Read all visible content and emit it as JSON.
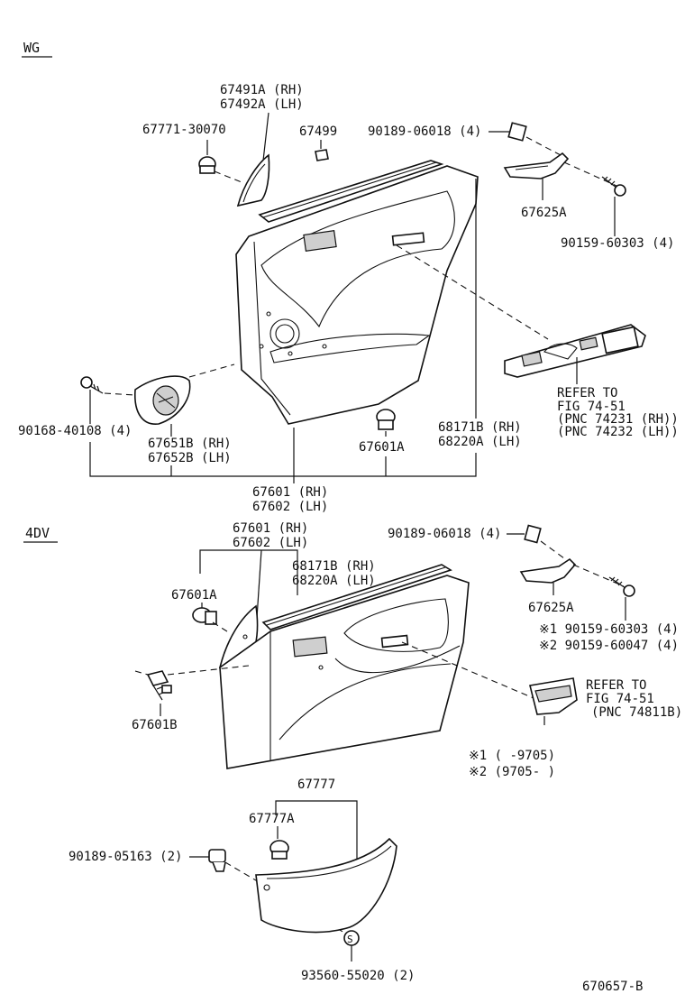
{
  "sections": {
    "wg": "WG",
    "dv": "4DV"
  },
  "wg": {
    "p67491_rh": "67491A (RH)",
    "p67492_lh": "67492A (LH)",
    "p67771": "67771-30070",
    "p67499": "67499",
    "p90189": "90189-06018 (4)",
    "p67625": "67625A",
    "p90159": "90159-60303 (4)",
    "refer_1": "REFER TO",
    "refer_2": "FIG 74-51",
    "refer_3": "(PNC 74231 (RH))",
    "refer_4": "(PNC 74232 (LH))",
    "p90168": "90168-40108 (4)",
    "p67651_rh": "67651B (RH)",
    "p67652_lh": "67652B (LH)",
    "p67601a": "67601A",
    "p68171_rh": "68171B (RH)",
    "p68220_lh": "68220A (LH)",
    "p67601_rh": "67601 (RH)",
    "p67602_lh": "67602 (LH)"
  },
  "dv": {
    "p90189": "90189-06018 (4)",
    "p67601_rh": "67601 (RH)",
    "p67602_lh": "67602 (LH)",
    "p68171_rh": "68171B (RH)",
    "p68220_lh": "68220A (LH)",
    "p67601a": "67601A",
    "p67625": "67625A",
    "note1_part": "※1 90159-60303 (4)",
    "note2_part": "※2 90159-60047 (4)",
    "refer_1": "REFER TO",
    "refer_2": "FIG 74-51",
    "refer_3": "(PNC 74811B)",
    "p67601b": "67601B",
    "note1_range": "※1  (      -9705)",
    "note2_range": "※2  (9705-      )",
    "p67777": "67777",
    "p67777a": "67777A",
    "p90189_05163": "90189-05163 (2)",
    "p93560": "93560-55020 (2)"
  },
  "figure_code": "670657-B"
}
